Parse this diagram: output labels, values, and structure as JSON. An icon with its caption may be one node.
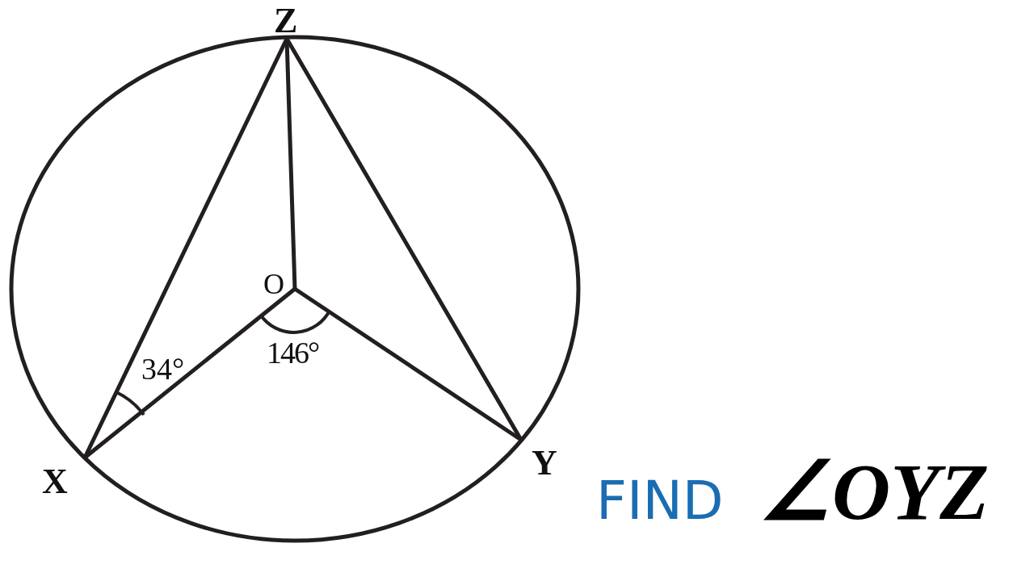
{
  "diagram": {
    "nodes": [
      {
        "text": [
          "Z"
        ]
      },
      {
        "text": [
          "O"
        ]
      },
      {
        "text": [
          "X"
        ]
      },
      {
        "text": [
          "Y"
        ]
      }
    ],
    "edges": [
      {
        "from": 0,
        "to": 2,
        "arrow": "none"
      },
      {
        "from": 0,
        "to": 3,
        "arrow": "none"
      },
      {
        "from": 0,
        "to": 1,
        "arrow": "none"
      },
      {
        "from": 1,
        "to": 2,
        "arrow": "none"
      },
      {
        "from": 1,
        "to": 3,
        "arrow": "none"
      }
    ],
    "labels": [
      "34°",
      "146°",
      "FIND",
      "∠OYZ"
    ]
  }
}
